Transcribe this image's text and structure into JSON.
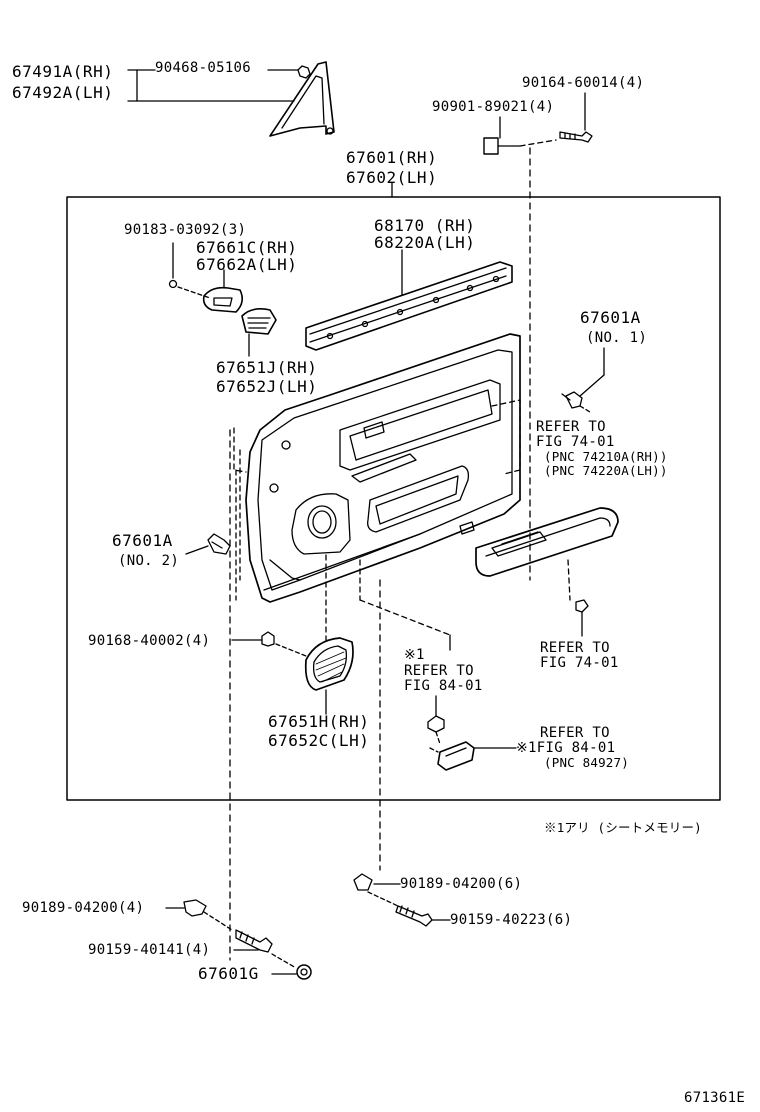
{
  "diagram_id": "671361E",
  "frame_title": {
    "rh": "67601(RH)",
    "lh": "67602(LH)"
  },
  "parts": {
    "p67491A": "67491A(RH)",
    "p67492A": "67492A(LH)",
    "p90468": "90468-05106",
    "p90164": "90164-60014(4)",
    "p90901": "90901-89021(4)",
    "p90183": "90183-03092(3)",
    "p67661C": "67661C(RH)",
    "p67662A": "67662A(LH)",
    "p68170": "68170  (RH)",
    "p68220A": "68220A(LH)",
    "p67601A_1": "67601A",
    "p67601A_1_sub": "(NO. 1)",
    "p67651J": "67651J(RH)",
    "p67652J": "67652J(LH)",
    "p67601A_2": "67601A",
    "p67601A_2_sub": "(NO. 2)",
    "p90168": "90168-40002(4)",
    "p67651H": "67651H(RH)",
    "p67652C": "67652C(LH)",
    "p90189_r": "90189-04200(6)",
    "p90159_r": "90159-40223(6)",
    "p90189_l": "90189-04200(4)",
    "p90159_l": "90159-40141(4)",
    "p67601G": "67601G"
  },
  "refs": {
    "r1_line1": "REFER TO",
    "r1_line2": "FIG 74-01",
    "r1_line3": "(PNC 74210A(RH))",
    "r1_line4": "(PNC 74220A(LH))",
    "r2_line1": "REFER TO",
    "r2_line2": "FIG 74-01",
    "r3_mark": "※1",
    "r3_line1": "REFER TO",
    "r3_line2": "FIG 84-01",
    "r4_line1": "REFER TO",
    "r4_line2": "※1FIG 84-01",
    "r4_line3": "(PNC 84927)"
  },
  "footnote": "※1アリ (シートメモリー)"
}
